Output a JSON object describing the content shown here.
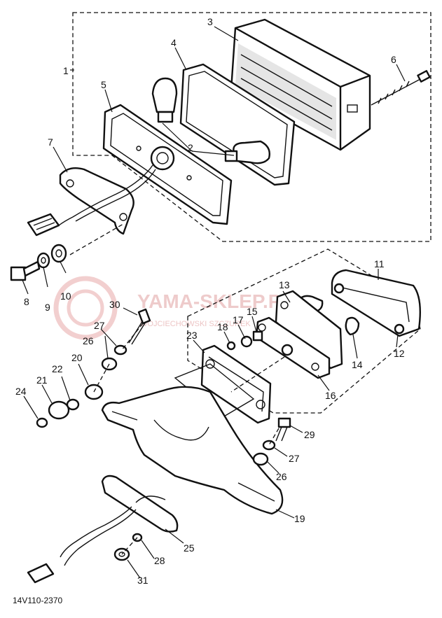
{
  "drawing_code": "14V110-2370",
  "watermark": {
    "text": "YAMA-SKLEP.PL",
    "subtext": "WOJCIECHOWSKI SZCZUREK"
  },
  "callouts": [
    {
      "id": "c1",
      "text": "1"
    },
    {
      "id": "c2",
      "text": "2"
    },
    {
      "id": "c3",
      "text": "3"
    },
    {
      "id": "c4",
      "text": "4"
    },
    {
      "id": "c5",
      "text": "5"
    },
    {
      "id": "c6",
      "text": "6"
    },
    {
      "id": "c7",
      "text": "7"
    },
    {
      "id": "c8",
      "text": "8"
    },
    {
      "id": "c9",
      "text": "9"
    },
    {
      "id": "c10",
      "text": "10"
    },
    {
      "id": "c11",
      "text": "11"
    },
    {
      "id": "c12",
      "text": "12"
    },
    {
      "id": "c13",
      "text": "13"
    },
    {
      "id": "c14",
      "text": "14"
    },
    {
      "id": "c15",
      "text": "15"
    },
    {
      "id": "c16",
      "text": "16"
    },
    {
      "id": "c17",
      "text": "17"
    },
    {
      "id": "c18",
      "text": "18"
    },
    {
      "id": "c19",
      "text": "19"
    },
    {
      "id": "c20",
      "text": "20"
    },
    {
      "id": "c21",
      "text": "21"
    },
    {
      "id": "c22",
      "text": "22"
    },
    {
      "id": "c23",
      "text": "23"
    },
    {
      "id": "c24",
      "text": "24"
    },
    {
      "id": "c25",
      "text": "25"
    },
    {
      "id": "c26a",
      "text": "26"
    },
    {
      "id": "c26b",
      "text": "26"
    },
    {
      "id": "c27a",
      "text": "27"
    },
    {
      "id": "c27b",
      "text": "27"
    },
    {
      "id": "c28",
      "text": "28"
    },
    {
      "id": "c29",
      "text": "29"
    },
    {
      "id": "c30",
      "text": "30"
    },
    {
      "id": "c31",
      "text": "31"
    }
  ]
}
